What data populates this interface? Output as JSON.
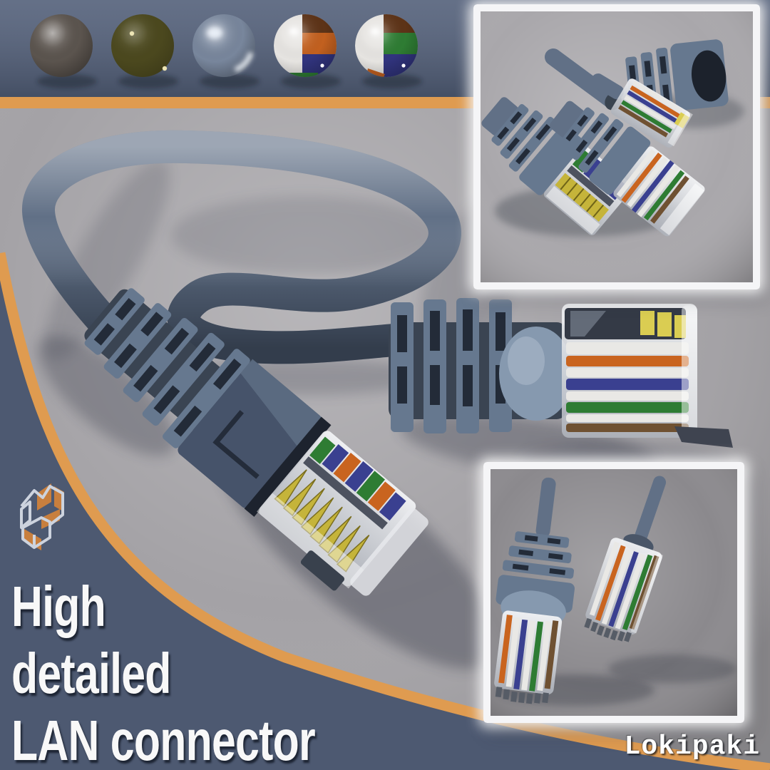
{
  "branding": {
    "title_line1": "High",
    "title_line2": "detailed",
    "title_line3": "LAN connector",
    "watermark": "Lokipaki",
    "logo": "ml-isometric-logo"
  },
  "palette": {
    "top_bar": "#53607a",
    "accent": "#df9b50",
    "corner": "#4d5971",
    "scene": "#a4a2a6",
    "cable": "#617086",
    "boot": "#66788f",
    "boot_slot": "#232b38",
    "body_dark": "#46536a",
    "clear_plastic": "#d8dbe0",
    "panel_border": "#f5f5f7",
    "inset_exploded_bg": "#a9a7ab",
    "inset_closeup_bg": "#8b898d",
    "title_text": "#f8f8f8",
    "watermark_text": "#ffffff",
    "logo_outline": "#cdd3de",
    "logo_accent": "#c87f3e"
  },
  "materials": [
    {
      "name": "matte-clay-gray",
      "base": "#5b544e"
    },
    {
      "name": "olive-speckled",
      "base": "#4b481e",
      "speck": "#ece4b4"
    },
    {
      "name": "glossy-steel-blue",
      "base": "#78869c"
    },
    {
      "name": "uv-white-orange-blue",
      "base": "#e6e4e1",
      "band_top": "#5d3317",
      "band_mid": "#c2601f",
      "band_bottom": "#31347e",
      "band_extra": "#2e7c33"
    },
    {
      "name": "uv-white-green-blue",
      "base": "#e6e4e1",
      "band_top": "#5d3317",
      "band_mid": "#2e7c33",
      "band_bottom": "#31347e",
      "band_extra": "#c2601f"
    }
  ],
  "wire_colors": {
    "white": "#e9e8e5",
    "orange": "#c9641f",
    "blue": "#3a4090",
    "green": "#2e7c33",
    "brown": "#6f5132",
    "gold": "#c5b43a",
    "contact": "#dacd52"
  },
  "insets": [
    {
      "name": "exploded-parts-view"
    },
    {
      "name": "connectors-closeup-view"
    }
  ]
}
